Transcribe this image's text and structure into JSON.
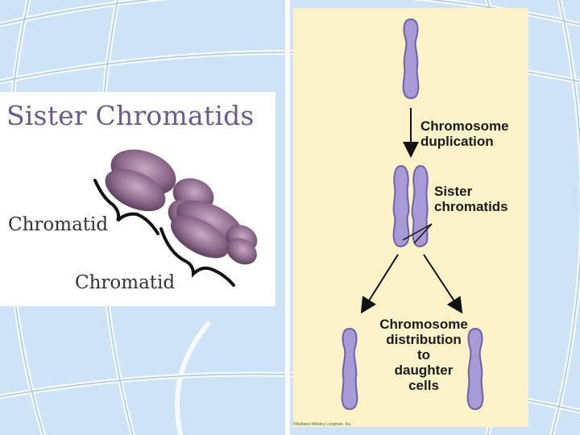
{
  "left_panel": {
    "title": "Sister Chromatids",
    "chromatid_label_1": "Chromatid",
    "chromatid_label_2": "Chromatid"
  },
  "right_panel": {
    "label_duplication_line1": "Chromosome",
    "label_duplication_line2": "duplication",
    "label_sister_line1": "Sister",
    "label_sister_line2": "chromatids",
    "label_distribution_line1": "Chromosome",
    "label_distribution_line2": "distribution",
    "label_distribution_line3": "to",
    "label_distribution_line4": "daughter",
    "label_distribution_line5": "cells",
    "copyright": "©Addison Wesley Longman, Inc."
  },
  "colors": {
    "background": "#cfe3f6",
    "right_panel_bg": "#fdf3c8",
    "chromosome_fill": "#a89ad6",
    "chromosome_stroke": "#6f62a8",
    "title_color": "#6b5b8e"
  }
}
